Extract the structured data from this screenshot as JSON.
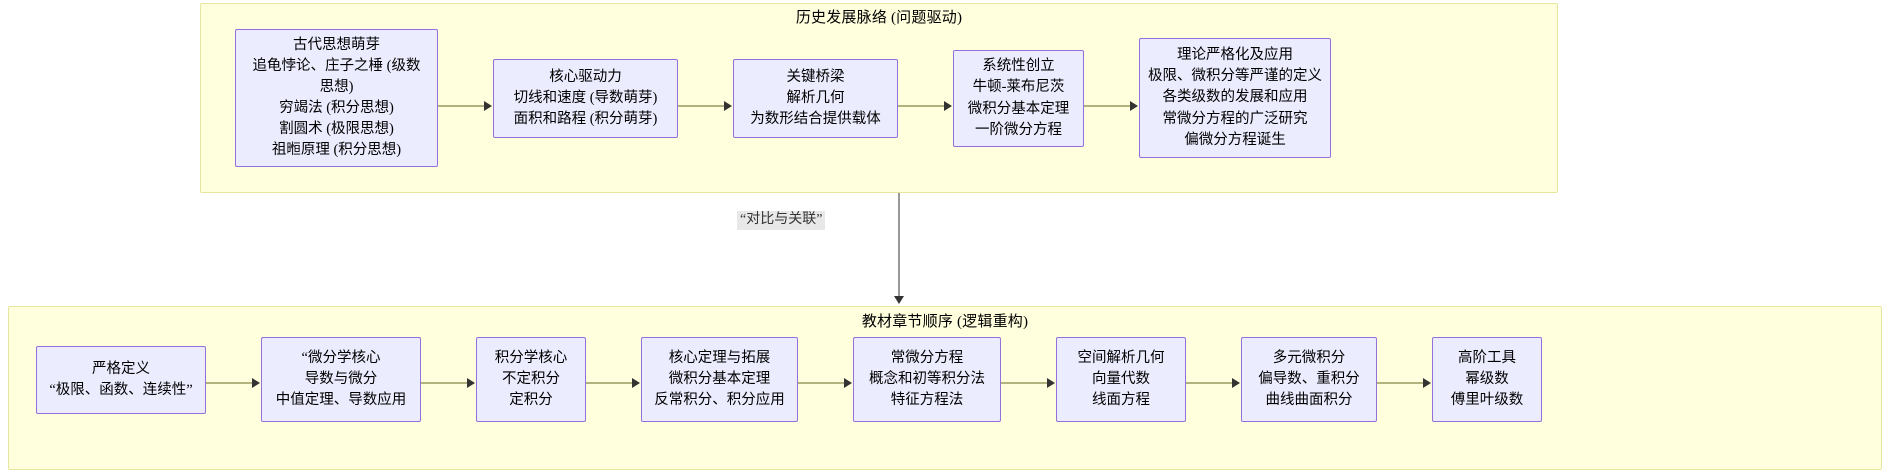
{
  "diagram": {
    "type": "flowchart",
    "connector_label": "“对比与关联”",
    "colors": {
      "subgraph_fill": "#ffffde",
      "subgraph_border": "#e6e69c",
      "node_fill": "#ececff",
      "node_border": "#9370db",
      "edge": "#b3b380",
      "arrow": "#333333",
      "label_bg": "#e8e8e8"
    }
  },
  "top_group": {
    "title": "历史发展脉络 (问题驱动)",
    "nodes": [
      {
        "id": "ancient-thought",
        "lines": [
          "古代思想萌芽",
          "追龟悖论、庄子之棰 (级数",
          "思想)",
          "穷竭法 (积分思想)",
          "割圆术 (极限思想)",
          "祖暅原理 (积分思想)"
        ]
      },
      {
        "id": "core-driver",
        "lines": [
          "核心驱动力",
          "切线和速度 (导数萌芽)",
          "面积和路程 (积分萌芽)"
        ]
      },
      {
        "id": "key-bridge",
        "lines": [
          "关键桥梁",
          "解析几何",
          "为数形结合提供载体"
        ]
      },
      {
        "id": "systematic-founding",
        "lines": [
          "系统性创立",
          "牛顿-莱布尼茨",
          "微积分基本定理",
          "一阶微分方程"
        ]
      },
      {
        "id": "rigorization",
        "lines": [
          "理论严格化及应用",
          "极限、微积分等严谨的定义",
          "各类级数的发展和应用",
          "常微分方程的广泛研究",
          "偏微分方程诞生"
        ]
      }
    ]
  },
  "bottom_group": {
    "title": "教材章节顺序 (逻辑重构)",
    "nodes": [
      {
        "id": "rigorous-definition",
        "lines": [
          "严格定义",
          "“极限、函数、连续性”"
        ]
      },
      {
        "id": "differential-core",
        "lines": [
          "“微分学核心",
          "导数与微分",
          "中值定理、导数应用"
        ]
      },
      {
        "id": "integral-core",
        "lines": [
          "积分学核心",
          "不定积分",
          "定积分"
        ]
      },
      {
        "id": "core-theorem",
        "lines": [
          "核心定理与拓展",
          "微积分基本定理",
          "反常积分、积分应用"
        ]
      },
      {
        "id": "ode",
        "lines": [
          "常微分方程",
          "概念和初等积分法",
          "特征方程法"
        ]
      },
      {
        "id": "spatial-geometry",
        "lines": [
          "空间解析几何",
          "向量代数",
          "线面方程"
        ]
      },
      {
        "id": "multivariable",
        "lines": [
          "多元微积分",
          "偏导数、重积分",
          "曲线曲面积分"
        ]
      },
      {
        "id": "advanced-tools",
        "lines": [
          "高阶工具",
          "幂级数",
          "傅里叶级数"
        ]
      }
    ]
  }
}
